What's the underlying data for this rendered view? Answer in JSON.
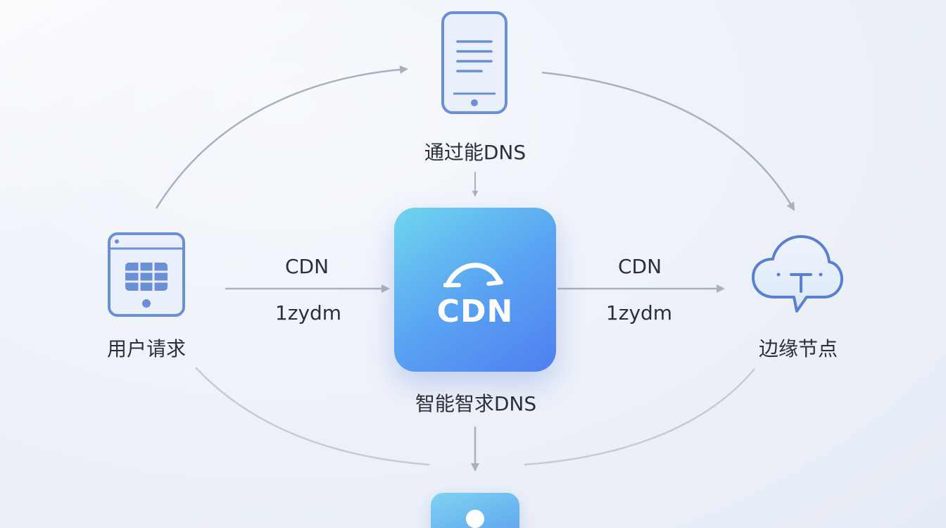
{
  "nodes": {
    "top": {
      "label": "通过能DNS",
      "icon": "smartphone-icon"
    },
    "left": {
      "label": "用户请求",
      "icon": "tablet-grid-icon"
    },
    "right": {
      "label": "边缘节点",
      "icon": "cloud-icon"
    },
    "center": {
      "title": "CDN",
      "caption": "智能智求DNS",
      "icon": "arc-arrow-icon"
    },
    "bottom": {
      "icon": "user-dot-icon"
    }
  },
  "edges": {
    "left_to_center": {
      "line1": "CDN",
      "line2": "1zydm"
    },
    "center_to_right": {
      "line1": "CDN",
      "line2": "1zydm"
    }
  },
  "colors": {
    "line": "#a9b1bd",
    "icon_stroke": "#5b7fd0",
    "hub_start": "#6fd6ee",
    "hub_end": "#4f7ff0"
  }
}
